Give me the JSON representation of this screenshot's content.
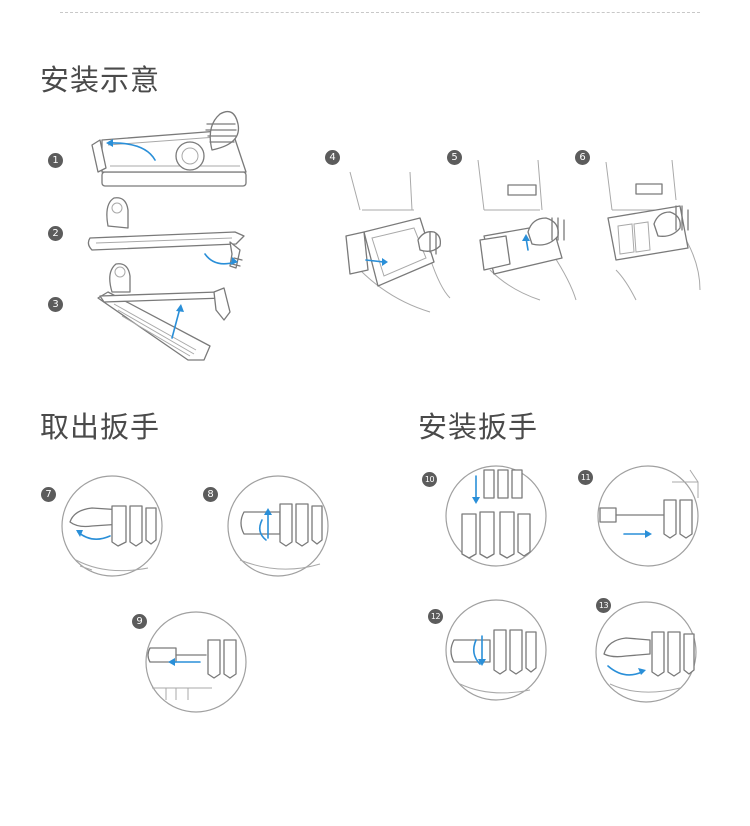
{
  "sections": {
    "install_diagram": {
      "title": "安装示意"
    },
    "remove_wrench": {
      "title": "取出扳手"
    },
    "install_wrench": {
      "title": "安装扳手"
    }
  },
  "steps": [
    "1",
    "2",
    "3",
    "4",
    "5",
    "6",
    "7",
    "8",
    "9",
    "10",
    "11",
    "12",
    "13"
  ],
  "colors": {
    "arrow": "#2a8fd8",
    "line": "#7a7a7a",
    "badge": "#5c5c5c"
  }
}
